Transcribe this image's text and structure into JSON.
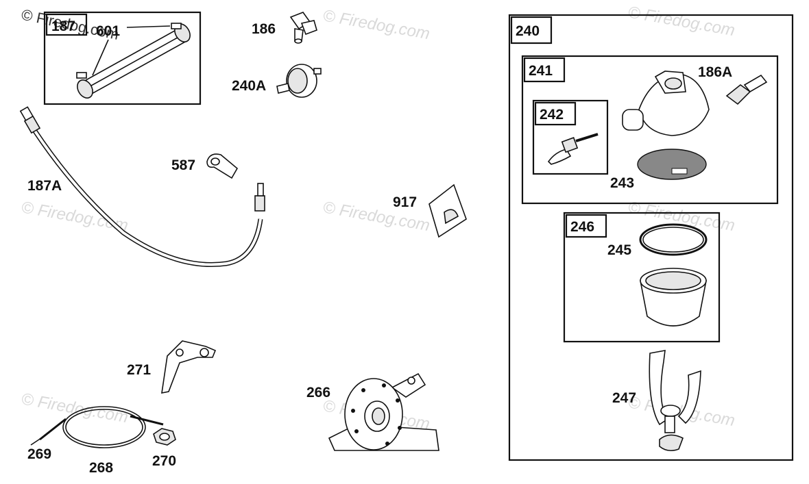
{
  "copyright": "© Firedog.com",
  "watermark": "© Firedog.com",
  "labels": {
    "p187": "187",
    "p601": "601",
    "p186": "186",
    "p240A": "240A",
    "p187A": "187A",
    "p587": "587",
    "p917": "917",
    "p271": "271",
    "p266": "266",
    "p269": "269",
    "p268": "268",
    "p270": "270",
    "p240": "240",
    "p241": "241",
    "p186A": "186A",
    "p242": "242",
    "p243": "243",
    "p246": "246",
    "p245": "245",
    "p247": "247"
  }
}
